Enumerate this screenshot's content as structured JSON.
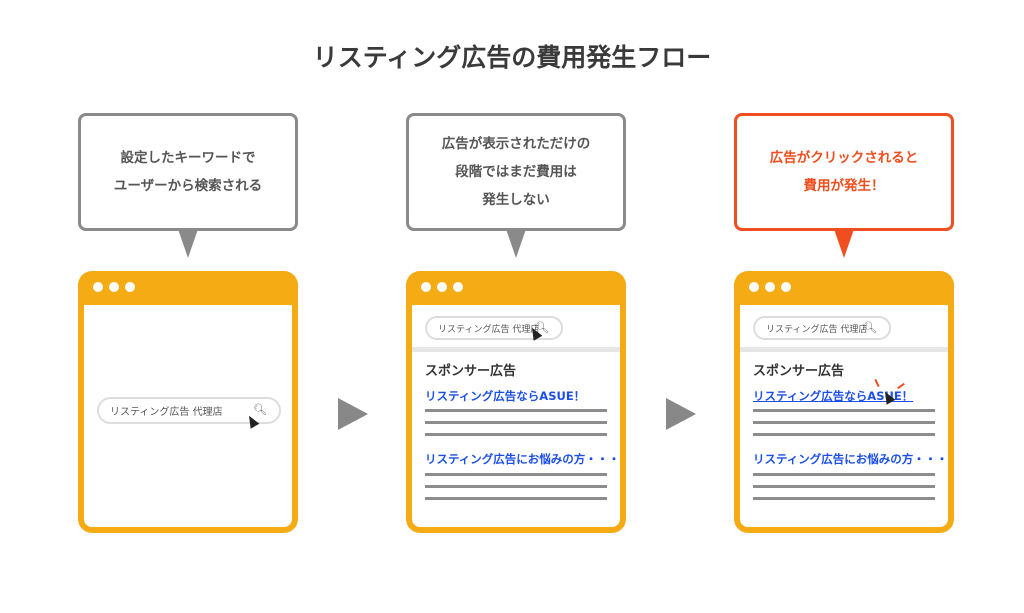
{
  "title": "リスティング広告の費用発生フロー",
  "colors": {
    "browser": "#f5ab14",
    "bubble_border": "#8a8a8a",
    "highlight": "#f04e1e",
    "link": "#1b4fe6"
  },
  "panels": [
    {
      "bubble_lines": [
        "設定したキーワードで",
        "ユーザーから検索される"
      ],
      "search_text": "リスティング広告 代理店"
    },
    {
      "bubble_lines": [
        "広告が表示されただけの",
        "段階ではまだ費用は",
        "発生しない"
      ],
      "search_text": "リスティング広告 代理店",
      "sponsor_label": "スポンサー広告",
      "ad1": "リスティング広告ならASUE！",
      "ad2": "リスティング広告にお悩みの方・・・"
    },
    {
      "bubble_lines": [
        "広告がクリックされると",
        "費用が発生！"
      ],
      "search_text": "リスティング広告 代理店",
      "sponsor_label": "スポンサー広告",
      "ad1": "リスティング広告ならASUE！",
      "ad2": "リスティング広告にお悩みの方・・・"
    }
  ]
}
